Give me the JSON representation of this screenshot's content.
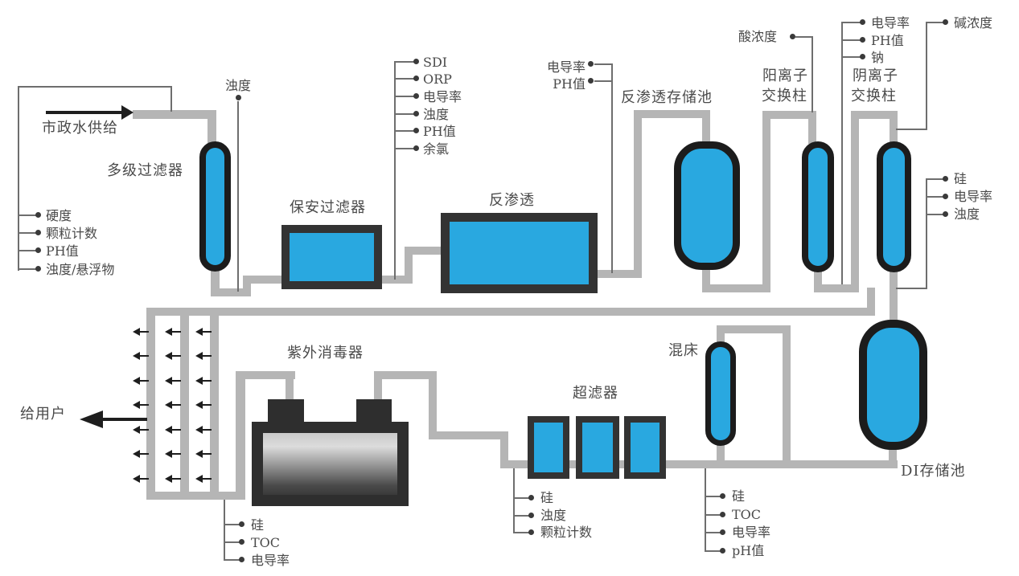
{
  "labels": {
    "source": "市政水供给",
    "to_user": "给用户",
    "multistage_filter": "多级过滤器",
    "security_filter": "保安过滤器",
    "reverse_osmosis": "反渗透",
    "ro_storage_tank": "反渗透存储池",
    "cation_l1": "阳离子",
    "cation_l2": "交换柱",
    "anion_l1": "阴离子",
    "anion_l2": "交换柱",
    "mixed_bed": "混床",
    "di_storage_tank": "DI存储池",
    "ultrafilter": "超滤器",
    "uv_sterilizer": "紫外消毒器"
  },
  "sensors": {
    "municipal": {
      "items": [
        "硬度",
        "颗粒计数",
        "PH值",
        "浊度/悬浮物"
      ]
    },
    "after_msf": {
      "items": [
        "浊度"
      ]
    },
    "pre_ro": {
      "items": [
        "SDI",
        "ORP",
        "电导率",
        "浊度",
        "PH值",
        "余氯"
      ]
    },
    "ro_permeate": {
      "items": [
        "电导率",
        "PH值"
      ]
    },
    "acid": {
      "items": [
        "酸浓度"
      ]
    },
    "cation_out": {
      "items": [
        "电导率",
        "PH值",
        "钠"
      ]
    },
    "alkali": {
      "items": [
        "碱浓度"
      ]
    },
    "anion_out": {
      "items": [
        "硅",
        "电导率",
        "浊度"
      ]
    },
    "uf_out": {
      "items": [
        "硅",
        "浊度",
        "颗粒计数"
      ]
    },
    "mb_out": {
      "items": [
        "硅",
        "TOC",
        "电导率",
        "pH值"
      ]
    },
    "loop": {
      "items": [
        "硅",
        "TOC",
        "电导率"
      ]
    }
  },
  "colors": {
    "tank_blue": "#29A8E0",
    "pipe_gray": "#B5B5B5",
    "sensor_line_gray": "#6E6E6E",
    "text_gray": "#4A4A4A",
    "dark": "#242424"
  }
}
